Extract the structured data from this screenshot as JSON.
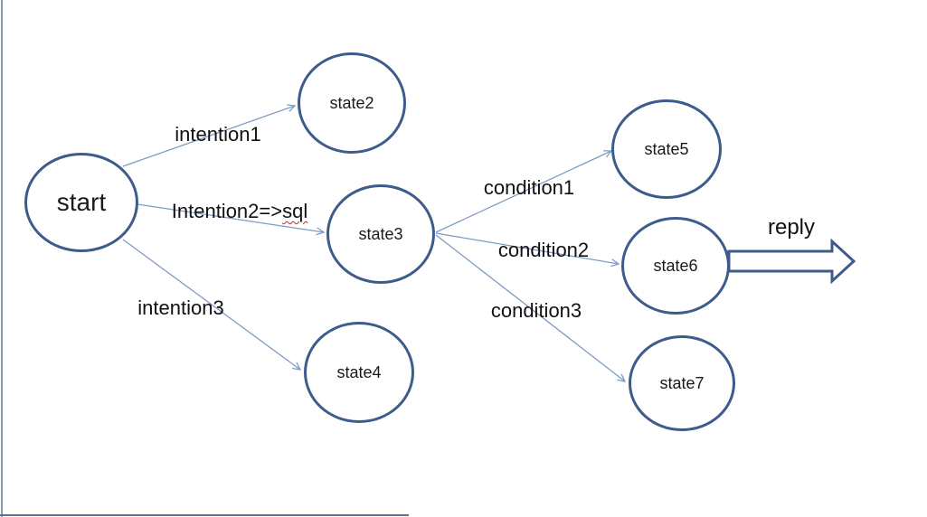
{
  "page": {
    "background": "#ffffff",
    "edge_color_left": "#8298b5",
    "edge_color_bottom": "#5a7391"
  },
  "diagram": {
    "nodes": {
      "start": {
        "label": "start"
      },
      "state2": {
        "label": "state2"
      },
      "state3": {
        "label": "state3"
      },
      "state4": {
        "label": "state4"
      },
      "state5": {
        "label": "state5"
      },
      "state6": {
        "label": "state6"
      },
      "state7": {
        "label": "state7"
      }
    },
    "edge_labels": {
      "intention1": "intention1",
      "intention2_prefix": "Intention2=>",
      "intention2_spellcheck": "sql",
      "intention3": "intention3",
      "condition1": "condition1",
      "condition2": "condition2",
      "condition3": "condition3"
    },
    "output_label": "reply",
    "colors": {
      "node_outline": "#3d5c8c",
      "connector": "#7f9cc3",
      "label_text": "#111111",
      "spellcheck_underline": "#cc2222"
    }
  }
}
